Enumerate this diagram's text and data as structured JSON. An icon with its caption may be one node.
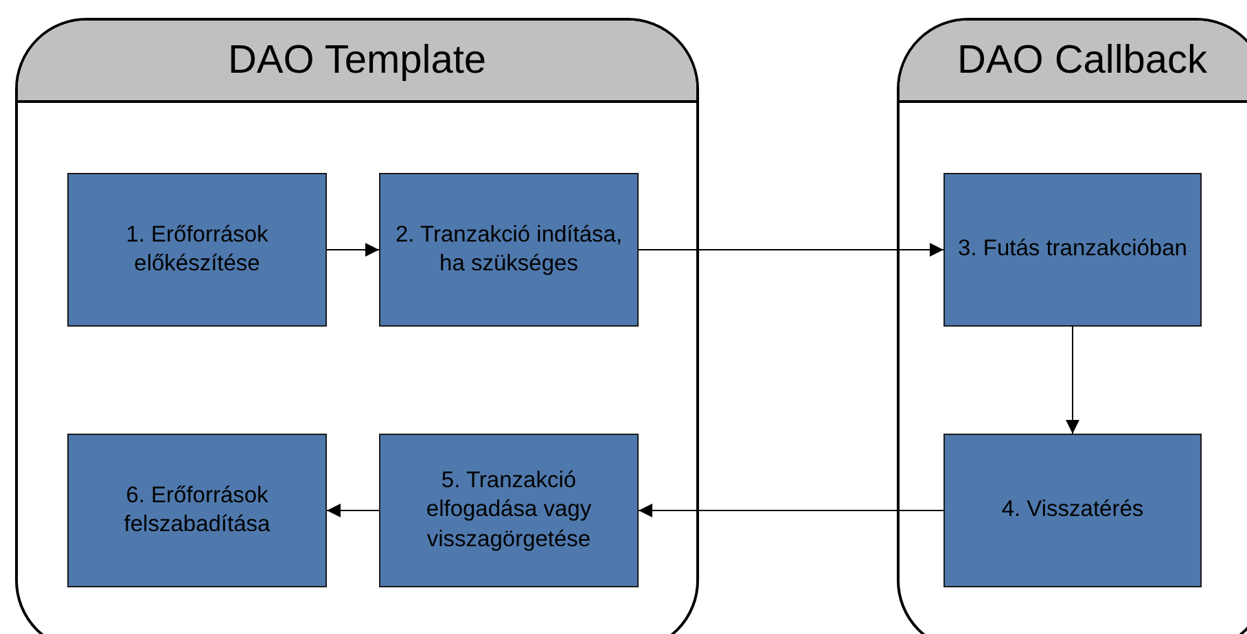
{
  "diagram": {
    "nodes": [
      {
        "text": [
          "DAO Template"
        ]
      },
      {
        "text": [
          "1. Erőforrások előkészítése"
        ],
        "in": 0
      },
      {
        "text": [
          "2. Tranzakció indítása, ha szükséges"
        ],
        "in": 0
      },
      {
        "text": [
          "DAO Callback"
        ]
      },
      {
        "text": [
          "3. Futás tranzakcióban"
        ],
        "in": 3
      },
      {
        "text": [
          "4. Visszatérés"
        ],
        "in": 3
      },
      {
        "text": [
          "5. Tranzakció elfogadása vagy visszagörgetése"
        ],
        "in": 0
      },
      {
        "text": [
          "6. Erőforrások felszabadítása"
        ],
        "in": 0
      }
    ],
    "edges": [
      {
        "from": 1,
        "to": 2,
        "arrow": "to"
      },
      {
        "from": 2,
        "to": 4,
        "arrow": "to"
      },
      {
        "from": 4,
        "to": 5,
        "arrow": "to"
      },
      {
        "from": 5,
        "to": 6,
        "arrow": "to"
      },
      {
        "from": 6,
        "to": 7,
        "arrow": "to"
      }
    ]
  }
}
